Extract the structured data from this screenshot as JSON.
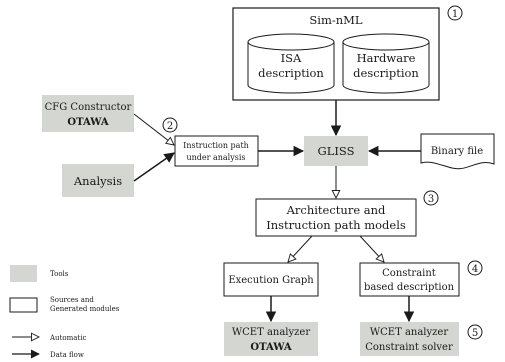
{
  "nodes": {
    "simnml": {
      "title": "Sim-nML",
      "badge": "1"
    },
    "isa": {
      "line1": "ISA",
      "line2": "description"
    },
    "hardware": {
      "line1": "Hardware",
      "line2": "description"
    },
    "cfg": {
      "line1": "CFG Constructor",
      "line2": "OTAWA"
    },
    "analysis": {
      "label": "Analysis"
    },
    "instr_path": {
      "line1": "Instruction path",
      "line2": "under analysis",
      "badge": "2"
    },
    "gliss": {
      "label": "GLISS"
    },
    "binary": {
      "label": "Binary file"
    },
    "arch": {
      "line1": "Architecture and",
      "line2": "Instruction path models",
      "badge": "3"
    },
    "exec_graph": {
      "label": "Execution Graph"
    },
    "constraint": {
      "line1": "Constraint",
      "line2": "based description",
      "badge": "4"
    },
    "wcet_otawa": {
      "line1": "WCET analyzer",
      "line2": "OTAWA"
    },
    "wcet_cs": {
      "line1": "WCET analyzer",
      "line2": "Constraint solver",
      "badge": "5"
    }
  },
  "legend": {
    "tools": "Tools",
    "sources_line1": "Sources and",
    "sources_line2": "Generated modules",
    "automatic": "Automatic",
    "dataflow": "Data flow"
  },
  "colors": {
    "tool_fill": "#d3d6d1",
    "stroke": "#1a1a1a",
    "background": "#ffffff"
  }
}
